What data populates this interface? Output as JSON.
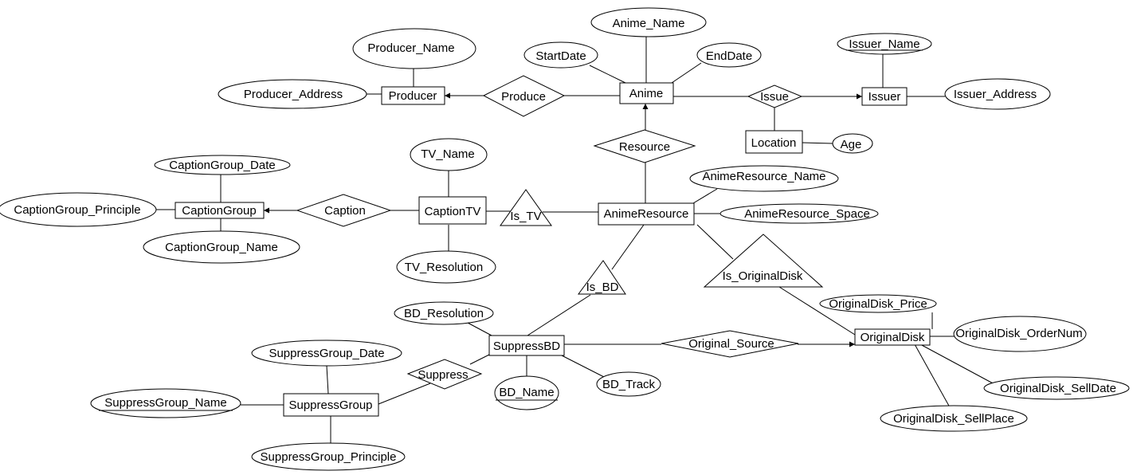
{
  "entities": {
    "anime": "Anime",
    "producer": "Producer",
    "issuer": "Issuer",
    "location": "Location",
    "anime_resource": "AnimeResource",
    "caption_group": "CaptionGroup",
    "caption_tv": "CaptionTV",
    "suppress_bd": "SuppressBD",
    "suppress_group": "SuppressGroup",
    "original_disk": "OriginalDisk"
  },
  "relationships": {
    "produce": "Produce",
    "issue": "Issue",
    "resource": "Resource",
    "caption": "Caption",
    "suppress": "Suppress",
    "original_source": "Original_Source"
  },
  "isa": {
    "is_tv": "Is_TV",
    "is_bd": "Is_BD",
    "is_original_disk": "Is_OriginalDisk"
  },
  "attributes": {
    "anime_name": "Anime_Name",
    "start_date": "StartDate",
    "end_date": "EndDate",
    "producer_name": "Producer_Name",
    "producer_address": "Producer_Address",
    "issuer_name": "Issuer_Name",
    "issuer_address": "Issuer_Address",
    "age": "Age",
    "tv_name": "TV_Name",
    "tv_resolution": "TV_Resolution",
    "caption_group_date": "CaptionGroup_Date",
    "caption_group_principle": "CaptionGroup_Principle",
    "caption_group_name": "CaptionGroup_Name",
    "anime_resource_name": "AnimeResource_Name",
    "anime_resource_space": "AnimeResource_Space",
    "bd_resolution": "BD_Resolution",
    "bd_name": "BD_Name",
    "bd_track": "BD_Track",
    "suppress_group_date": "SuppressGroup_Date",
    "suppress_group_name": "SuppressGroup_Name",
    "suppress_group_principle": "SuppressGroup_Principle",
    "original_disk_price": "OriginalDisk_Price",
    "original_disk_order_num": "OriginalDisk_OrderNum",
    "original_disk_sell_date": "OriginalDisk_SellDate",
    "original_disk_sell_place": "OriginalDisk_SellPlace"
  }
}
